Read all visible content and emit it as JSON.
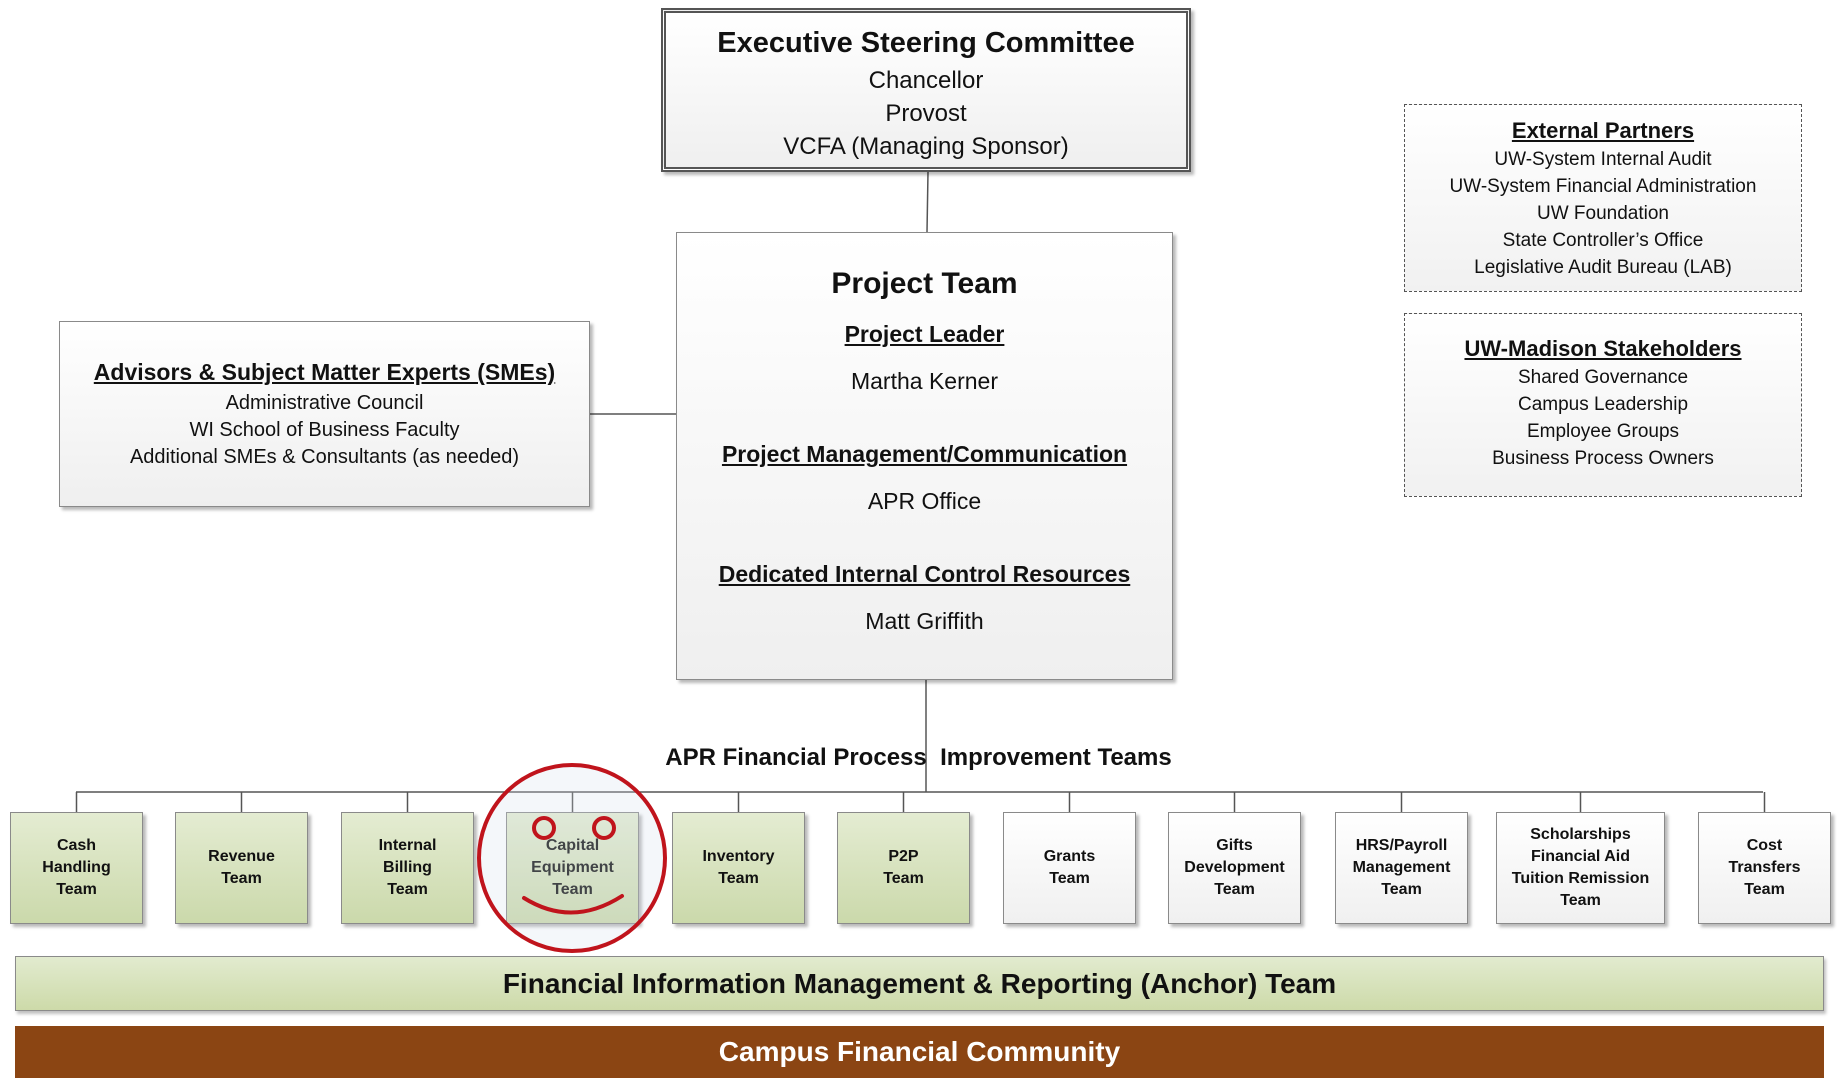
{
  "executive": {
    "title": "Executive Steering Committee",
    "lines": [
      "Chancellor",
      "Provost",
      "VCFA (Managing Sponsor)"
    ]
  },
  "project_team": {
    "title": "Project Team",
    "sections": [
      {
        "heading": "Project Leader",
        "value": "Martha Kerner"
      },
      {
        "heading": "Project Management/Communication",
        "value": "APR Office"
      },
      {
        "heading": "Dedicated Internal Control Resources",
        "value": "Matt Griffith"
      }
    ]
  },
  "advisors": {
    "title": "Advisors & Subject Matter Experts (SMEs)",
    "lines": [
      "Administrative Council",
      "WI School of Business Faculty",
      "Additional SMEs & Consultants (as needed)"
    ]
  },
  "external_partners": {
    "title": "External Partners",
    "lines": [
      "UW-System Internal Audit",
      "UW-System Financial Administration",
      "UW Foundation",
      "State Controller’s Office",
      "Legislative Audit Bureau (LAB)"
    ]
  },
  "stakeholders": {
    "title": "UW-Madison Stakeholders",
    "lines": [
      "Shared Governance",
      "Campus Leadership",
      "Employee Groups",
      "Business Process Owners"
    ]
  },
  "teams_label": "APR Financial Process  Improvement Teams",
  "teams": [
    {
      "label": "Cash\nHandling\nTeam",
      "style": "green"
    },
    {
      "label": "Revenue\nTeam",
      "style": "green"
    },
    {
      "label": "Internal\nBilling\nTeam",
      "style": "green"
    },
    {
      "label": "Capital\nEquipment\nTeam",
      "style": "green"
    },
    {
      "label": "Inventory\nTeam",
      "style": "green"
    },
    {
      "label": "P2P\nTeam",
      "style": "green"
    },
    {
      "label": "Grants\nTeam",
      "style": "white"
    },
    {
      "label": "Gifts\nDevelopment\nTeam",
      "style": "white"
    },
    {
      "label": "HRS/Payroll\nManagement\nTeam",
      "style": "white"
    },
    {
      "label": "Scholarships\nFinancial Aid\nTuition Remission\nTeam",
      "style": "white"
    },
    {
      "label": "Cost\nTransfers\nTeam",
      "style": "white"
    }
  ],
  "anchor_team": "Financial Information Management & Reporting (Anchor) Team",
  "community": "Campus Financial Community",
  "colors": {
    "green_fill": "#cddaa9",
    "community_brown": "#8b4513",
    "doodle_red": "#c0141c"
  }
}
